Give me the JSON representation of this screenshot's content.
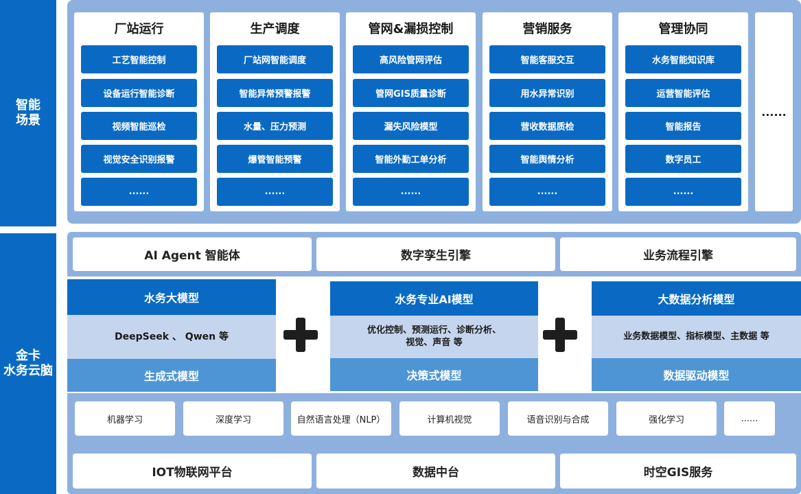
{
  "sidebar": {
    "top_label": "智能\n场景",
    "bottom_label": "金卡\n水务云脑"
  },
  "scenes": {
    "columns": [
      {
        "title": "厂站运行",
        "items": [
          "工艺智能控制",
          "设备运行智能诊断",
          "视频智能巡检",
          "视觉安全识别报警",
          "......"
        ]
      },
      {
        "title": "生产调度",
        "items": [
          "厂站网智能调度",
          "智能异常预警报警",
          "水量、压力预测",
          "爆管智能预警",
          "......"
        ]
      },
      {
        "title": "管网&漏损控制",
        "items": [
          "高风险管网评估",
          "管网GIS质量诊断",
          "漏失风险模型",
          "智能外勤工单分析",
          "......"
        ]
      },
      {
        "title": "营销服务",
        "items": [
          "智能客服交互",
          "用水异常识别",
          "营收数据质检",
          "智能舆情分析",
          "......"
        ]
      },
      {
        "title": "管理协同",
        "items": [
          "水务智能知识库",
          "运营智能评估",
          "智能报告",
          "数字员工",
          "......"
        ]
      }
    ],
    "more": "......"
  },
  "engines": [
    "AI Agent 智能体",
    "数字孪生引擎",
    "业务流程引擎"
  ],
  "models": [
    {
      "title": "水务大模型",
      "desc": "DeepSeek 、 Qwen 等",
      "type": "生成式模型"
    },
    {
      "title": "水务专业AI模型",
      "desc": "优化控制、预测运行、诊断分析、\n视觉、声音 等",
      "type": "决策式模型"
    },
    {
      "title": "大数据分析模型",
      "desc": "业务数据模型、指标模型、主数据 等",
      "type": "数据驱动模型"
    }
  ],
  "technologies": [
    "机器学习",
    "深度学习",
    "自然语言处理（NLP）",
    "计算机视觉",
    "语音识别与合成",
    "强化学习",
    "......"
  ],
  "platforms": [
    "IOT物联网平台",
    "数据中台",
    "时空GIS服务"
  ],
  "colors": {
    "primary_blue": "#0a6ac3",
    "panel_blue": "#8eb0de",
    "light_blue": "#c6d5ee",
    "mid_blue": "#4e95d6"
  }
}
